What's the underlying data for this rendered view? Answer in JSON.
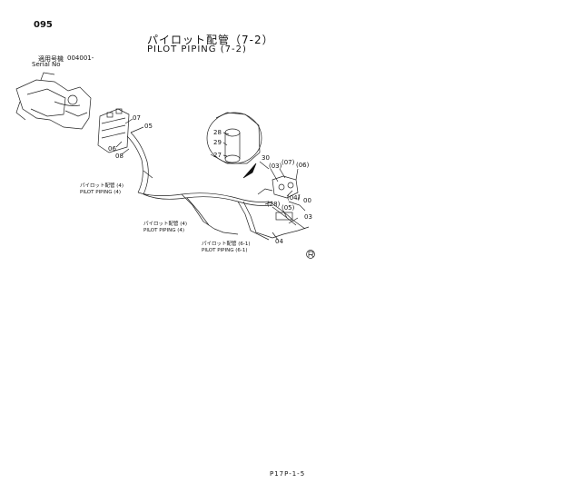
{
  "header": {
    "page_number": "095",
    "title_jp": "パイロット配管（7-2）",
    "title_en": "PILOT PIPING (7-2)",
    "serial_label_jp": "適用号機",
    "serial_value": "004001-",
    "serial_label_en": "Serial No"
  },
  "part_labels": [
    "07",
    "05",
    "06",
    "08",
    "28",
    "29",
    "27",
    "30",
    "(07)",
    "(06)",
    "(03)",
    "(04)",
    "00",
    "(05)",
    "(28)",
    "03",
    "04"
  ],
  "callouts": [
    {
      "jp": "パイロット配管 (4)",
      "en": "PILOT PIPING (4)"
    },
    {
      "jp": "パイロット配管 (4)",
      "en": "PILOT PIPING (4)"
    },
    {
      "jp": "パイロット配管 (6-1)",
      "en": "PILOT PIPING (6-1)"
    }
  ],
  "footer": {
    "page_code": "P17P-1-5"
  }
}
